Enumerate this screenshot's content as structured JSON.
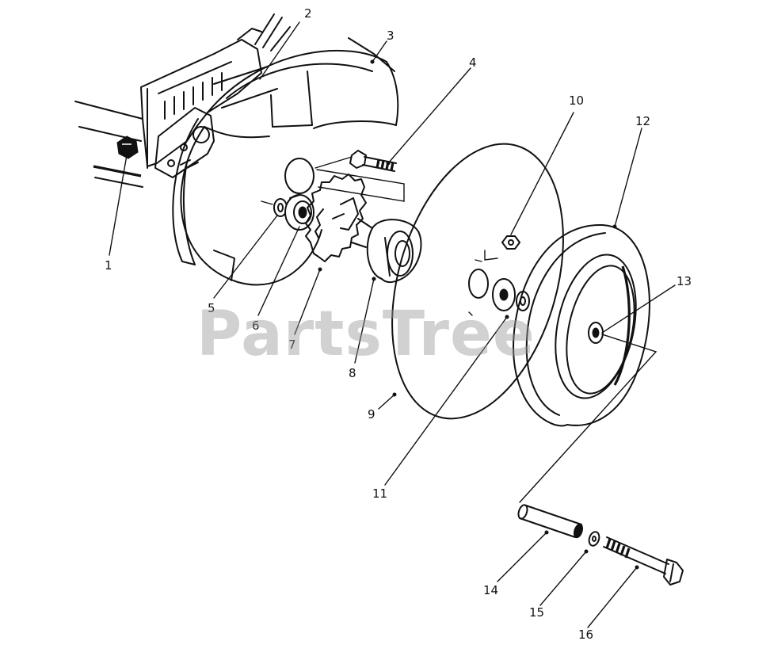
{
  "watermark": "PartsTree",
  "callouts": [
    {
      "id": "1",
      "label": "1"
    },
    {
      "id": "2",
      "label": "2"
    },
    {
      "id": "3",
      "label": "3"
    },
    {
      "id": "4",
      "label": "4"
    },
    {
      "id": "5",
      "label": "5"
    },
    {
      "id": "6",
      "label": "6"
    },
    {
      "id": "7",
      "label": "7"
    },
    {
      "id": "8",
      "label": "8"
    },
    {
      "id": "9",
      "label": "9"
    },
    {
      "id": "10",
      "label": "10"
    },
    {
      "id": "11",
      "label": "11"
    },
    {
      "id": "12",
      "label": "12"
    },
    {
      "id": "13",
      "label": "13"
    },
    {
      "id": "14",
      "label": "14"
    },
    {
      "id": "15",
      "label": "15"
    },
    {
      "id": "16",
      "label": "16"
    }
  ],
  "colors": {
    "line": "#111111",
    "background": "#ffffff",
    "watermark": "#9a9a9a"
  }
}
